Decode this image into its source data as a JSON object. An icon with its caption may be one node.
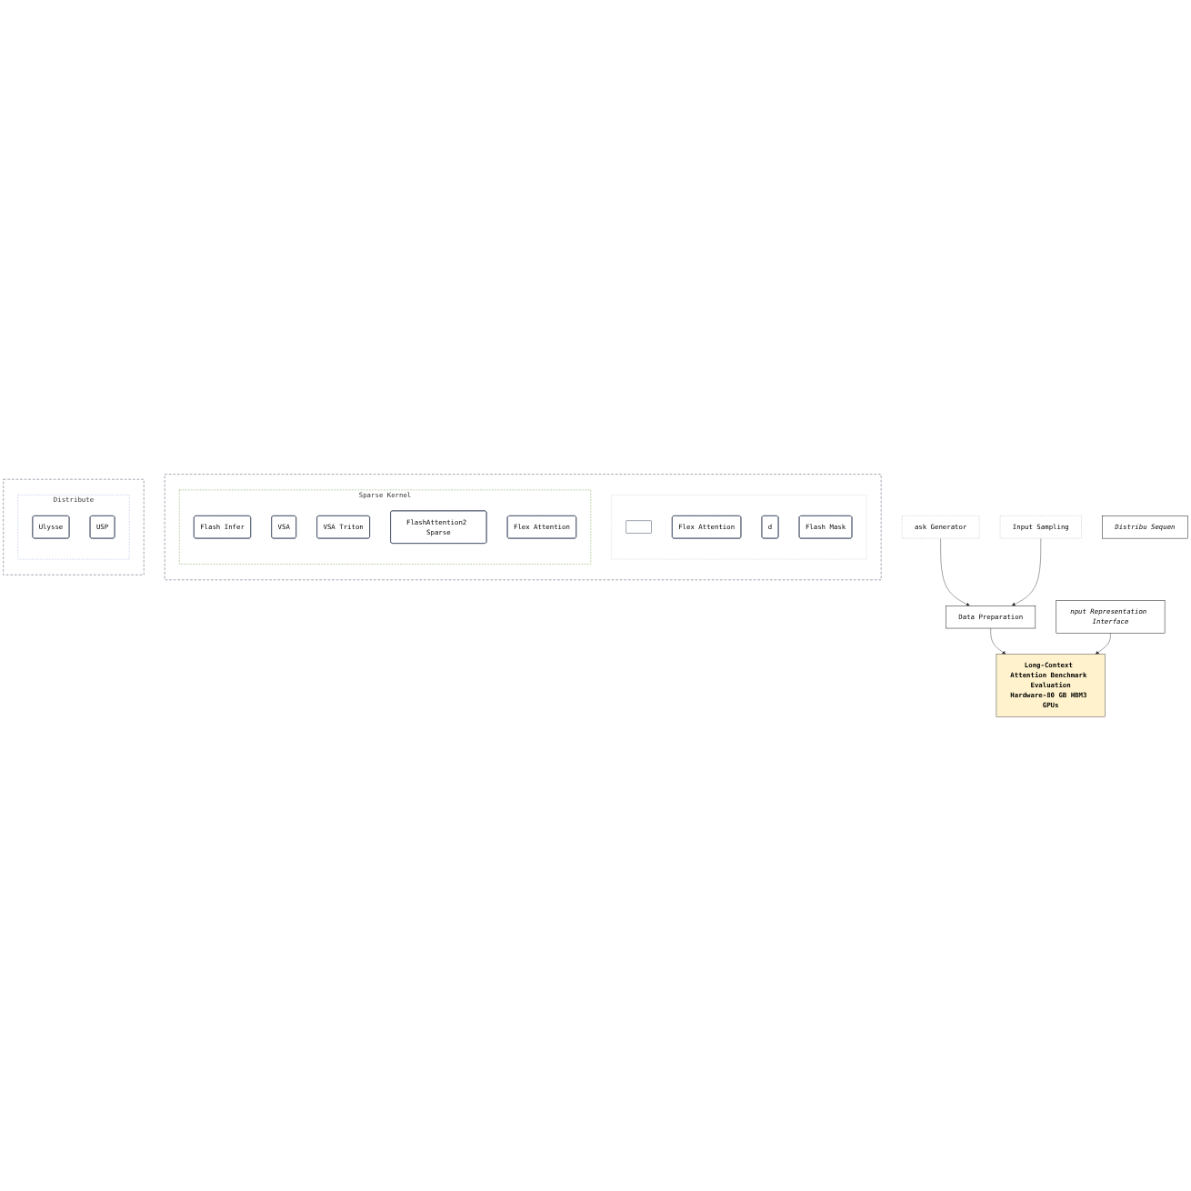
{
  "diagram": {
    "nodes": [
      {
        "text": [
          "ask Generator"
        ]
      },
      {
        "text": [
          "Data Preparation"
        ]
      },
      {
        "text": [
          "Input Sampling"
        ]
      },
      {
        "text": [
          "Long-Context Attention Benchmark Evaluation",
          "Hardware-80 GB HBM3 GPUs"
        ]
      },
      {
        "text": [
          "nput Representation Interface"
        ]
      },
      {
        "text": [
          "Distribu Sequen"
        ]
      },
      {
        "text": [],
        "shape": "box"
      },
      {
        "text": [],
        "shape": "box",
        "in": 6
      },
      {
        "text": [],
        "shape": "box",
        "in": 7
      },
      {
        "text": [
          "Flex Attention"
        ],
        "in": 7
      },
      {
        "text": [
          "d"
        ],
        "in": 7
      },
      {
        "text": [
          "Flash Mask"
        ],
        "in": 7
      },
      {
        "text": [
          "Sparse Kernel"
        ],
        "in": 6
      },
      {
        "text": [
          "Flash Infer"
        ],
        "in": 12
      },
      {
        "text": [
          "VSA"
        ],
        "in": 12
      },
      {
        "text": [
          "VSA Triton"
        ],
        "in": 12
      },
      {
        "text": [
          "FlashAttention2 Sparse"
        ],
        "in": 12
      },
      {
        "text": [
          "Flex Attention"
        ],
        "in": 12
      },
      {
        "text": [],
        "shape": "box"
      },
      {
        "text": [
          "Distribute"
        ],
        "in": 18
      },
      {
        "text": [
          "Ulysse"
        ],
        "in": 19
      },
      {
        "text": [
          "USP"
        ],
        "in": 19
      }
    ],
    "edges": [
      {
        "from": 0,
        "to": 1,
        "arrow": "to"
      },
      {
        "from": 2,
        "to": 1,
        "arrow": "to"
      },
      {
        "from": 1,
        "to": 3,
        "arrow": "to"
      },
      {
        "from": 4,
        "to": 3,
        "arrow": "to"
      }
    ]
  }
}
